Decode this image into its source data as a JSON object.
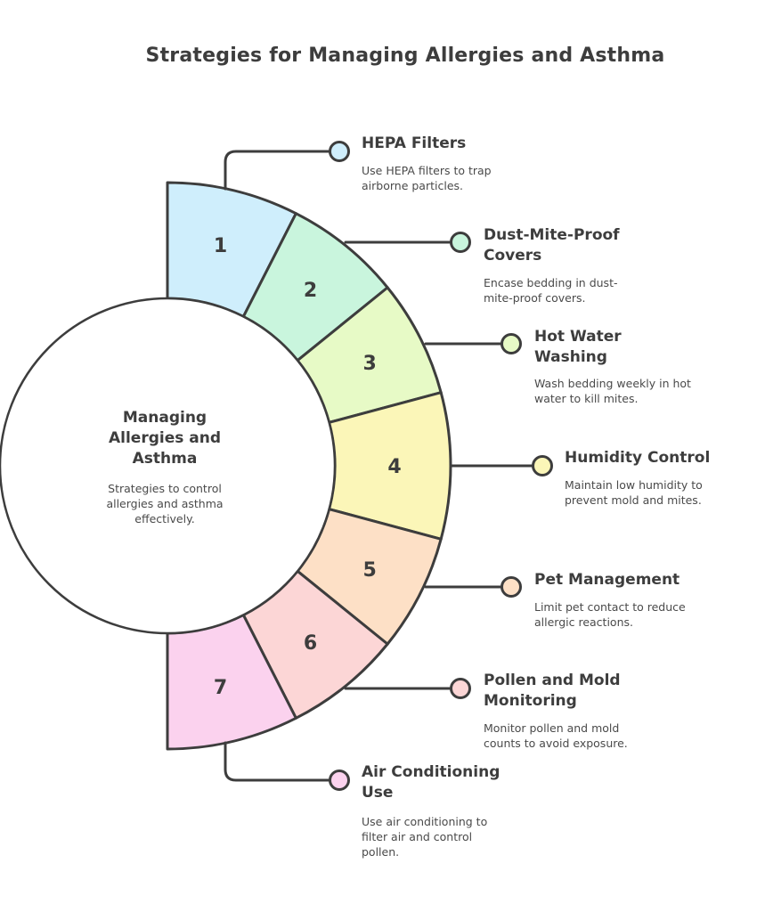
{
  "title": "Strategies for Managing Allergies and Asthma",
  "center": {
    "title": "Managing Allergies and Asthma",
    "description": "Strategies to control allergies and asthma effectively."
  },
  "colors": {
    "stroke": "#3d3d3d",
    "segments": [
      "#cfeefc",
      "#c9f5dd",
      "#e7fac6",
      "#fbf6b8",
      "#fde0c6",
      "#fcd6d6",
      "#fbd2ee"
    ],
    "dots": [
      "#cfeefc",
      "#c9f5dd",
      "#e7fac6",
      "#fbf6b8",
      "#fde0c6",
      "#fcd6d6",
      "#fbd2ee"
    ]
  },
  "items": [
    {
      "number": "1",
      "title": "HEPA Filters",
      "description": "Use HEPA filters to trap airborne particles."
    },
    {
      "number": "2",
      "title": "Dust-Mite-Proof Covers",
      "description": "Encase bedding in dust-mite-proof covers."
    },
    {
      "number": "3",
      "title": "Hot Water Washing",
      "description": "Wash bedding weekly in hot water to kill mites."
    },
    {
      "number": "4",
      "title": "Humidity Control",
      "description": "Maintain low humidity to prevent mold and mites."
    },
    {
      "number": "5",
      "title": "Pet Management",
      "description": "Limit pet contact to reduce allergic reactions."
    },
    {
      "number": "6",
      "title": "Pollen and Mold Monitoring",
      "description": "Monitor pollen and mold counts to avoid exposure."
    },
    {
      "number": "7",
      "title": "Air Conditioning Use",
      "description": "Use air conditioning to filter air and control pollen."
    }
  ]
}
